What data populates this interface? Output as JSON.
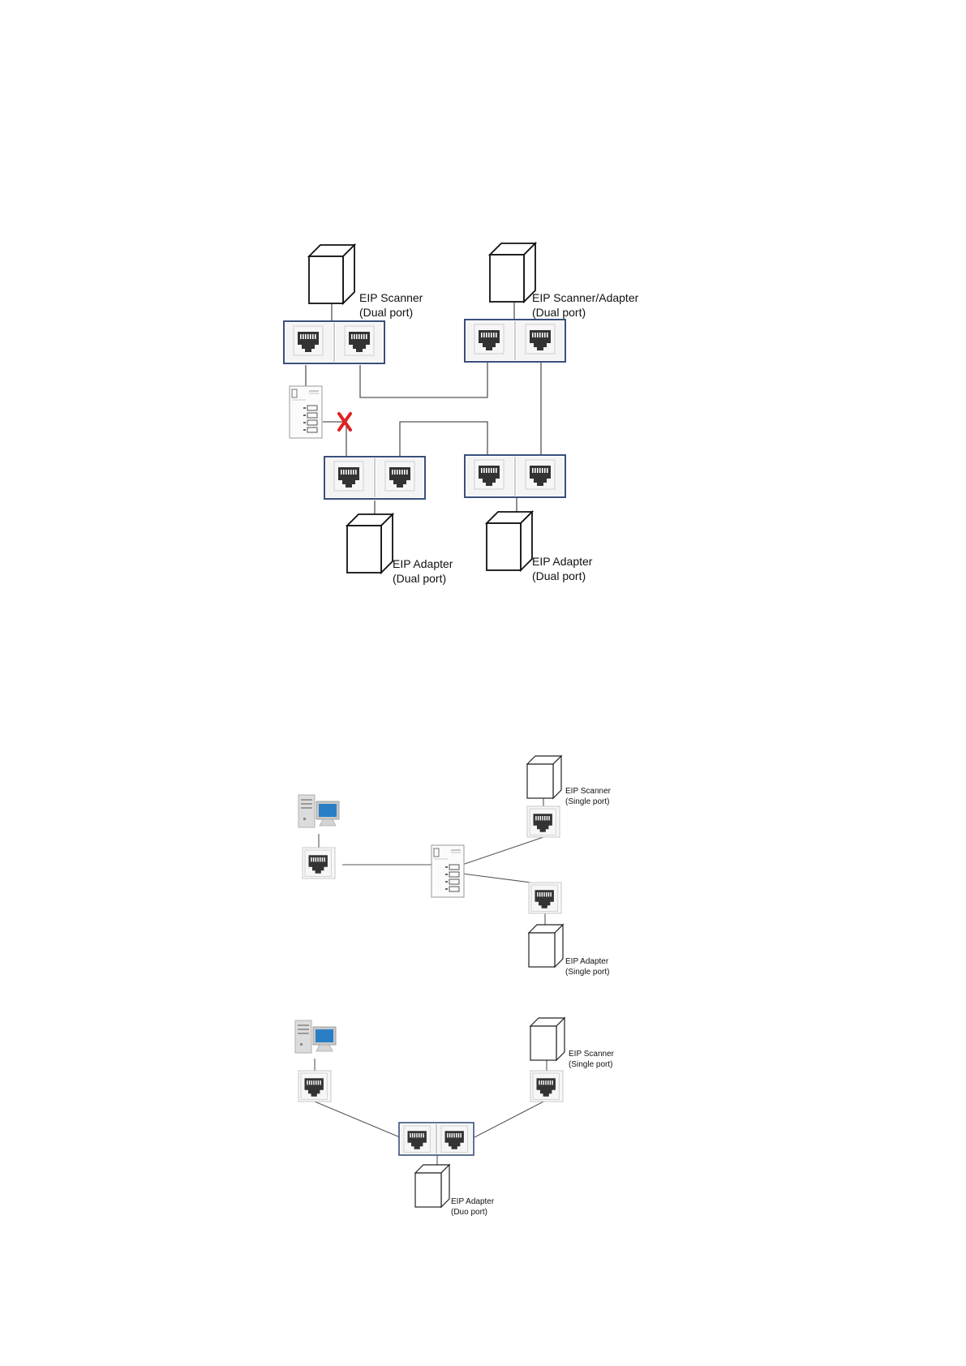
{
  "colors": {
    "line": "#555555",
    "frame": "#3a4f7a",
    "jack": "#333333",
    "break_mark": "#e02020"
  },
  "diagram1": {
    "top_left": {
      "line1": "EIP Scanner",
      "line2": "(Dual port)"
    },
    "top_right": {
      "line1": "EIP Scanner/Adapter",
      "line2": "(Dual port)"
    },
    "bottom_left": {
      "line1": "EIP Adapter",
      "line2": "(Dual port)"
    },
    "bottom_right": {
      "line1": "EIP Adapter",
      "line2": "(Dual port)"
    }
  },
  "diagram2": {
    "scanner": {
      "line1": "EIP Scanner",
      "line2": "(Single port)"
    },
    "adapter": {
      "line1": "EIP Adapter",
      "line2": "(Single port)"
    }
  },
  "diagram3": {
    "scanner": {
      "line1": "EIP Scanner",
      "line2": "(Single port)"
    },
    "adapter": {
      "line1": "EIP Adapter",
      "line2": "(Duo port)"
    }
  }
}
